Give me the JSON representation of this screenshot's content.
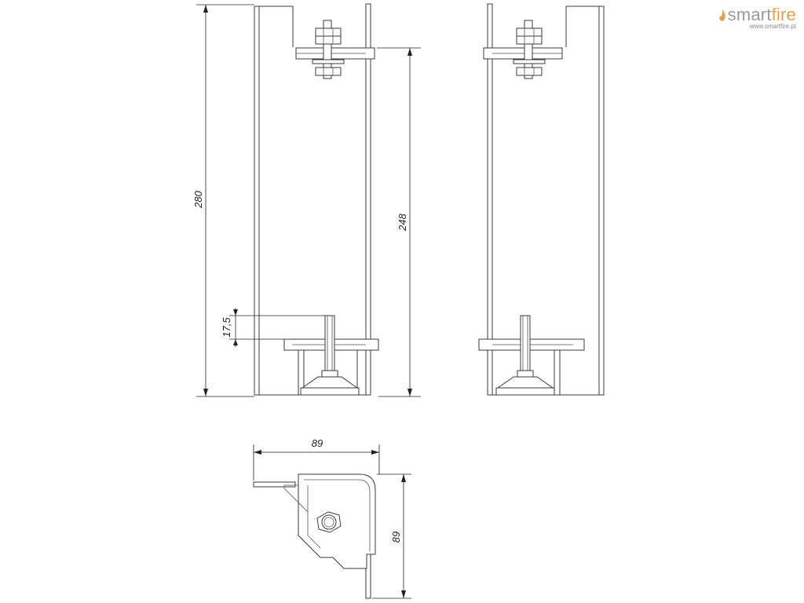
{
  "logo": {
    "name_part1": "smart",
    "name_part2": "fire",
    "url": "www.smartfire.pt",
    "accent_color": "#e2a14a",
    "text_color": "#9a9a9a"
  },
  "dimensions": {
    "overall_height": "280",
    "inner_height": "248",
    "foot_offset": "17,5",
    "width": "89",
    "depth": "89"
  }
}
